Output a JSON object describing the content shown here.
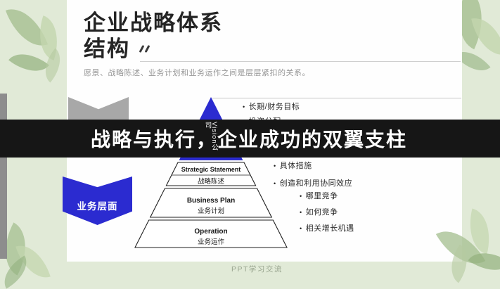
{
  "colors": {
    "background_green": "#e1ead7",
    "panel_white": "#fefefe",
    "banner_bg": "#161616",
    "banner_text": "#ffffff",
    "accent_blue": "#2b2bd0",
    "chevron_gray": "#a8a8a8",
    "side_stripe_gray": "#8d8d8d",
    "title_text": "#242424",
    "subtitle_text": "#979797",
    "bullet_text": "#2b2b2b"
  },
  "header": {
    "title_line1": "企业战略体系",
    "title_line2": "结构",
    "subtitle": "愿景、战略陈述、业务计划和业务运作之间是层层紧扣的关系。"
  },
  "overlay_banner": {
    "text": "战略与执行，企业成功的双翼支柱"
  },
  "pyramid": {
    "vision": {
      "en": "Vision",
      "zh": "公司"
    },
    "levels": [
      {
        "en": "Strategic Statement",
        "zh": "战略陈述"
      },
      {
        "en": "Business Plan",
        "zh": "业务计划"
      },
      {
        "en": "Operation",
        "zh": "业务运作"
      }
    ]
  },
  "left_labels": {
    "business": "业务层面"
  },
  "bullets": {
    "marker": "•",
    "vision_group": [
      "长期/财务目标",
      "投资分配"
    ],
    "strategy_group": [
      "具体措施",
      "创造和利用协同效应"
    ],
    "plan_group": [
      "哪里竞争",
      "如何竞争",
      "相关增长机遇"
    ]
  },
  "footer": {
    "watermark": "PPT学习交流"
  }
}
